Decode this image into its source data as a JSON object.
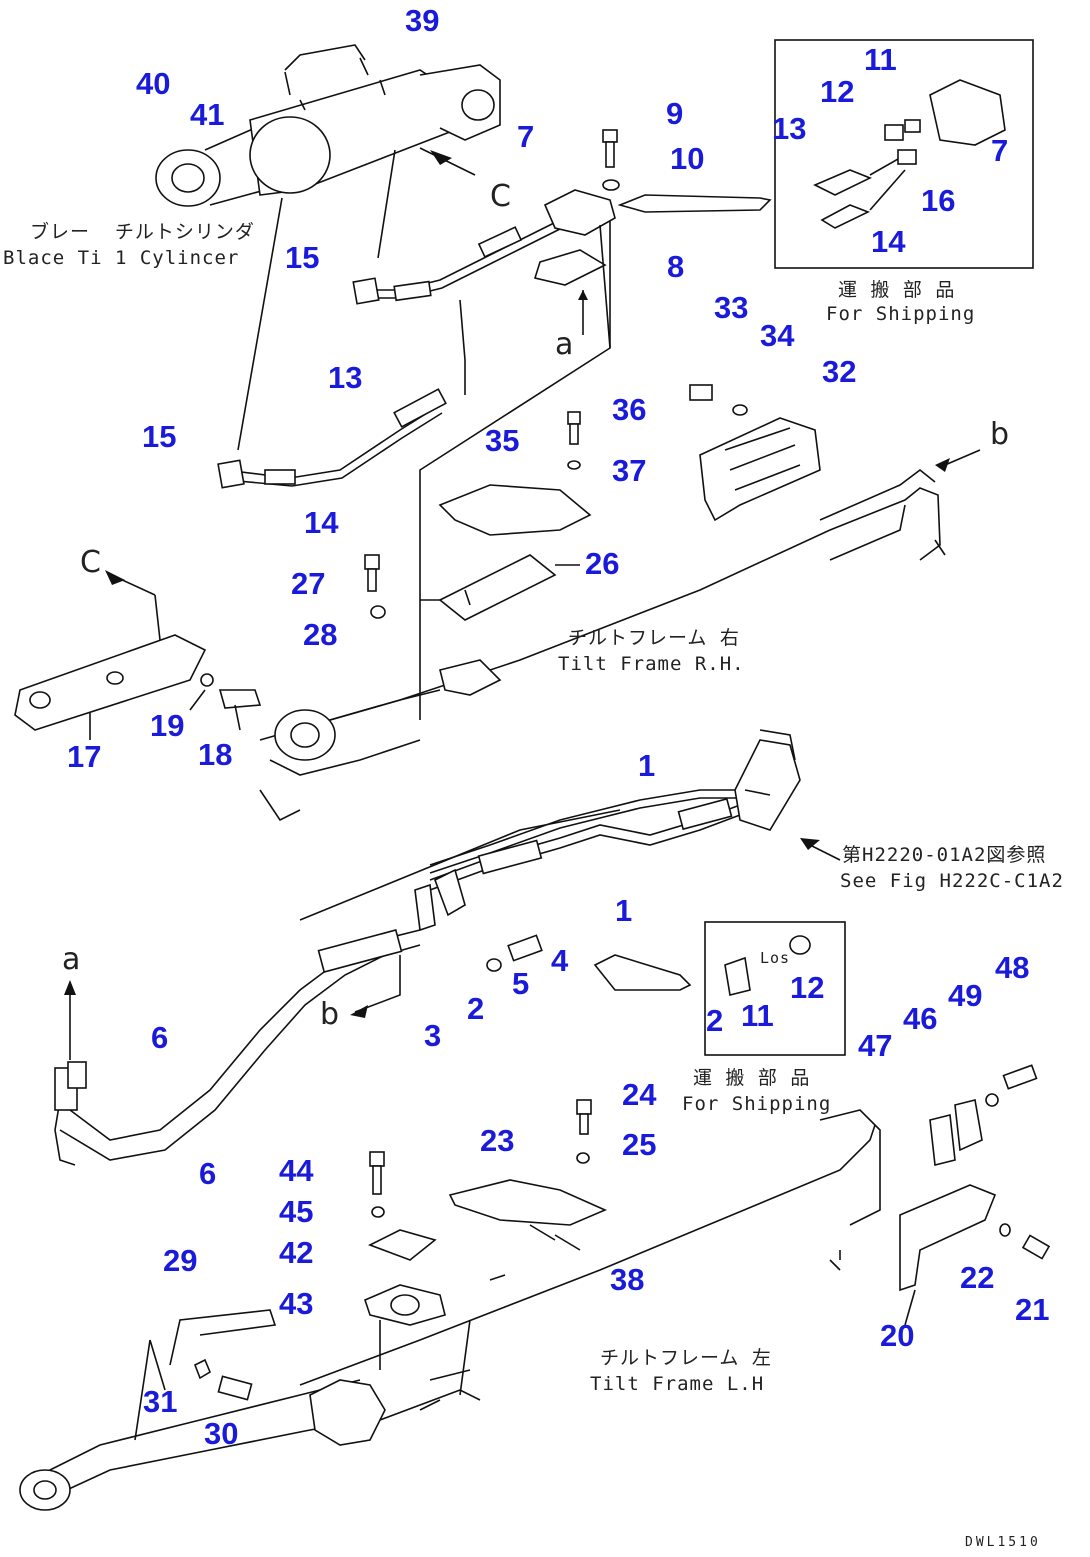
{
  "callouts": [
    {
      "id": "c39",
      "text": "39"
    },
    {
      "id": "c40",
      "text": "40"
    },
    {
      "id": "c41",
      "text": "41"
    },
    {
      "id": "c7a",
      "text": "7"
    },
    {
      "id": "c9",
      "text": "9"
    },
    {
      "id": "c10",
      "text": "10"
    },
    {
      "id": "c8",
      "text": "8"
    },
    {
      "id": "c15a",
      "text": "15"
    },
    {
      "id": "c13a",
      "text": "13"
    },
    {
      "id": "c15b",
      "text": "15"
    },
    {
      "id": "c14a",
      "text": "14"
    },
    {
      "id": "c11a",
      "text": "11"
    },
    {
      "id": "c12a",
      "text": "12"
    },
    {
      "id": "c13b",
      "text": "13"
    },
    {
      "id": "c7b",
      "text": "7"
    },
    {
      "id": "c16",
      "text": "16"
    },
    {
      "id": "c14b",
      "text": "14"
    },
    {
      "id": "c33",
      "text": "33"
    },
    {
      "id": "c34",
      "text": "34"
    },
    {
      "id": "c32",
      "text": "32"
    },
    {
      "id": "c36",
      "text": "36"
    },
    {
      "id": "c37",
      "text": "37"
    },
    {
      "id": "c35",
      "text": "35"
    },
    {
      "id": "c26",
      "text": "26"
    },
    {
      "id": "c27",
      "text": "27"
    },
    {
      "id": "c28",
      "text": "28"
    },
    {
      "id": "c17",
      "text": "17"
    },
    {
      "id": "c19",
      "text": "19"
    },
    {
      "id": "c18",
      "text": "18"
    },
    {
      "id": "c1a",
      "text": "1"
    },
    {
      "id": "c1b",
      "text": "1"
    },
    {
      "id": "c2a",
      "text": "2"
    },
    {
      "id": "c3",
      "text": "3"
    },
    {
      "id": "c4",
      "text": "4"
    },
    {
      "id": "c5",
      "text": "5"
    },
    {
      "id": "c6a",
      "text": "6"
    },
    {
      "id": "c6b",
      "text": "6"
    },
    {
      "id": "c2b",
      "text": "2"
    },
    {
      "id": "c11b",
      "text": "11"
    },
    {
      "id": "c12b",
      "text": "12"
    },
    {
      "id": "c48",
      "text": "48"
    },
    {
      "id": "c49",
      "text": "49"
    },
    {
      "id": "c46",
      "text": "46"
    },
    {
      "id": "c47",
      "text": "47"
    },
    {
      "id": "c24",
      "text": "24"
    },
    {
      "id": "c23",
      "text": "23"
    },
    {
      "id": "c25",
      "text": "25"
    },
    {
      "id": "c44",
      "text": "44"
    },
    {
      "id": "c45",
      "text": "45"
    },
    {
      "id": "c42",
      "text": "42"
    },
    {
      "id": "c43",
      "text": "43"
    },
    {
      "id": "c38",
      "text": "38"
    },
    {
      "id": "c29",
      "text": "29"
    },
    {
      "id": "c31",
      "text": "31"
    },
    {
      "id": "c30",
      "text": "30"
    },
    {
      "id": "c22",
      "text": "22"
    },
    {
      "id": "c21",
      "text": "21"
    },
    {
      "id": "c20",
      "text": "20"
    }
  ],
  "labels": {
    "blade_tilt_cylinder_jp": "ブレー  チルトシリンダ",
    "blade_tilt_cylinder_en": "Blace Ti 1 Cylincer",
    "for_shipping_1_jp": "運 搬 部 品",
    "for_shipping_1_en": "For Shipping",
    "tilt_frame_rh_jp": "チルトフレーム 右",
    "tilt_frame_rh_en": "Tilt Frame R.H.",
    "see_fig_jp": "第H2220-01A2図参照",
    "see_fig_en": "See Fig H222C-C1A2",
    "for_shipping_2_jp": "運 搬 部 品",
    "for_shipping_2_en": "For Shipping",
    "tilt_frame_lh_jp": "チルトフレーム 左",
    "tilt_frame_lh_en": "Tilt Frame L.H",
    "los": "Los"
  },
  "view_letters": {
    "c1": "C",
    "a1": "a",
    "b1": "b",
    "c2": "C",
    "a2": "a",
    "b2": "b"
  },
  "drawing_code": "DWL1510"
}
